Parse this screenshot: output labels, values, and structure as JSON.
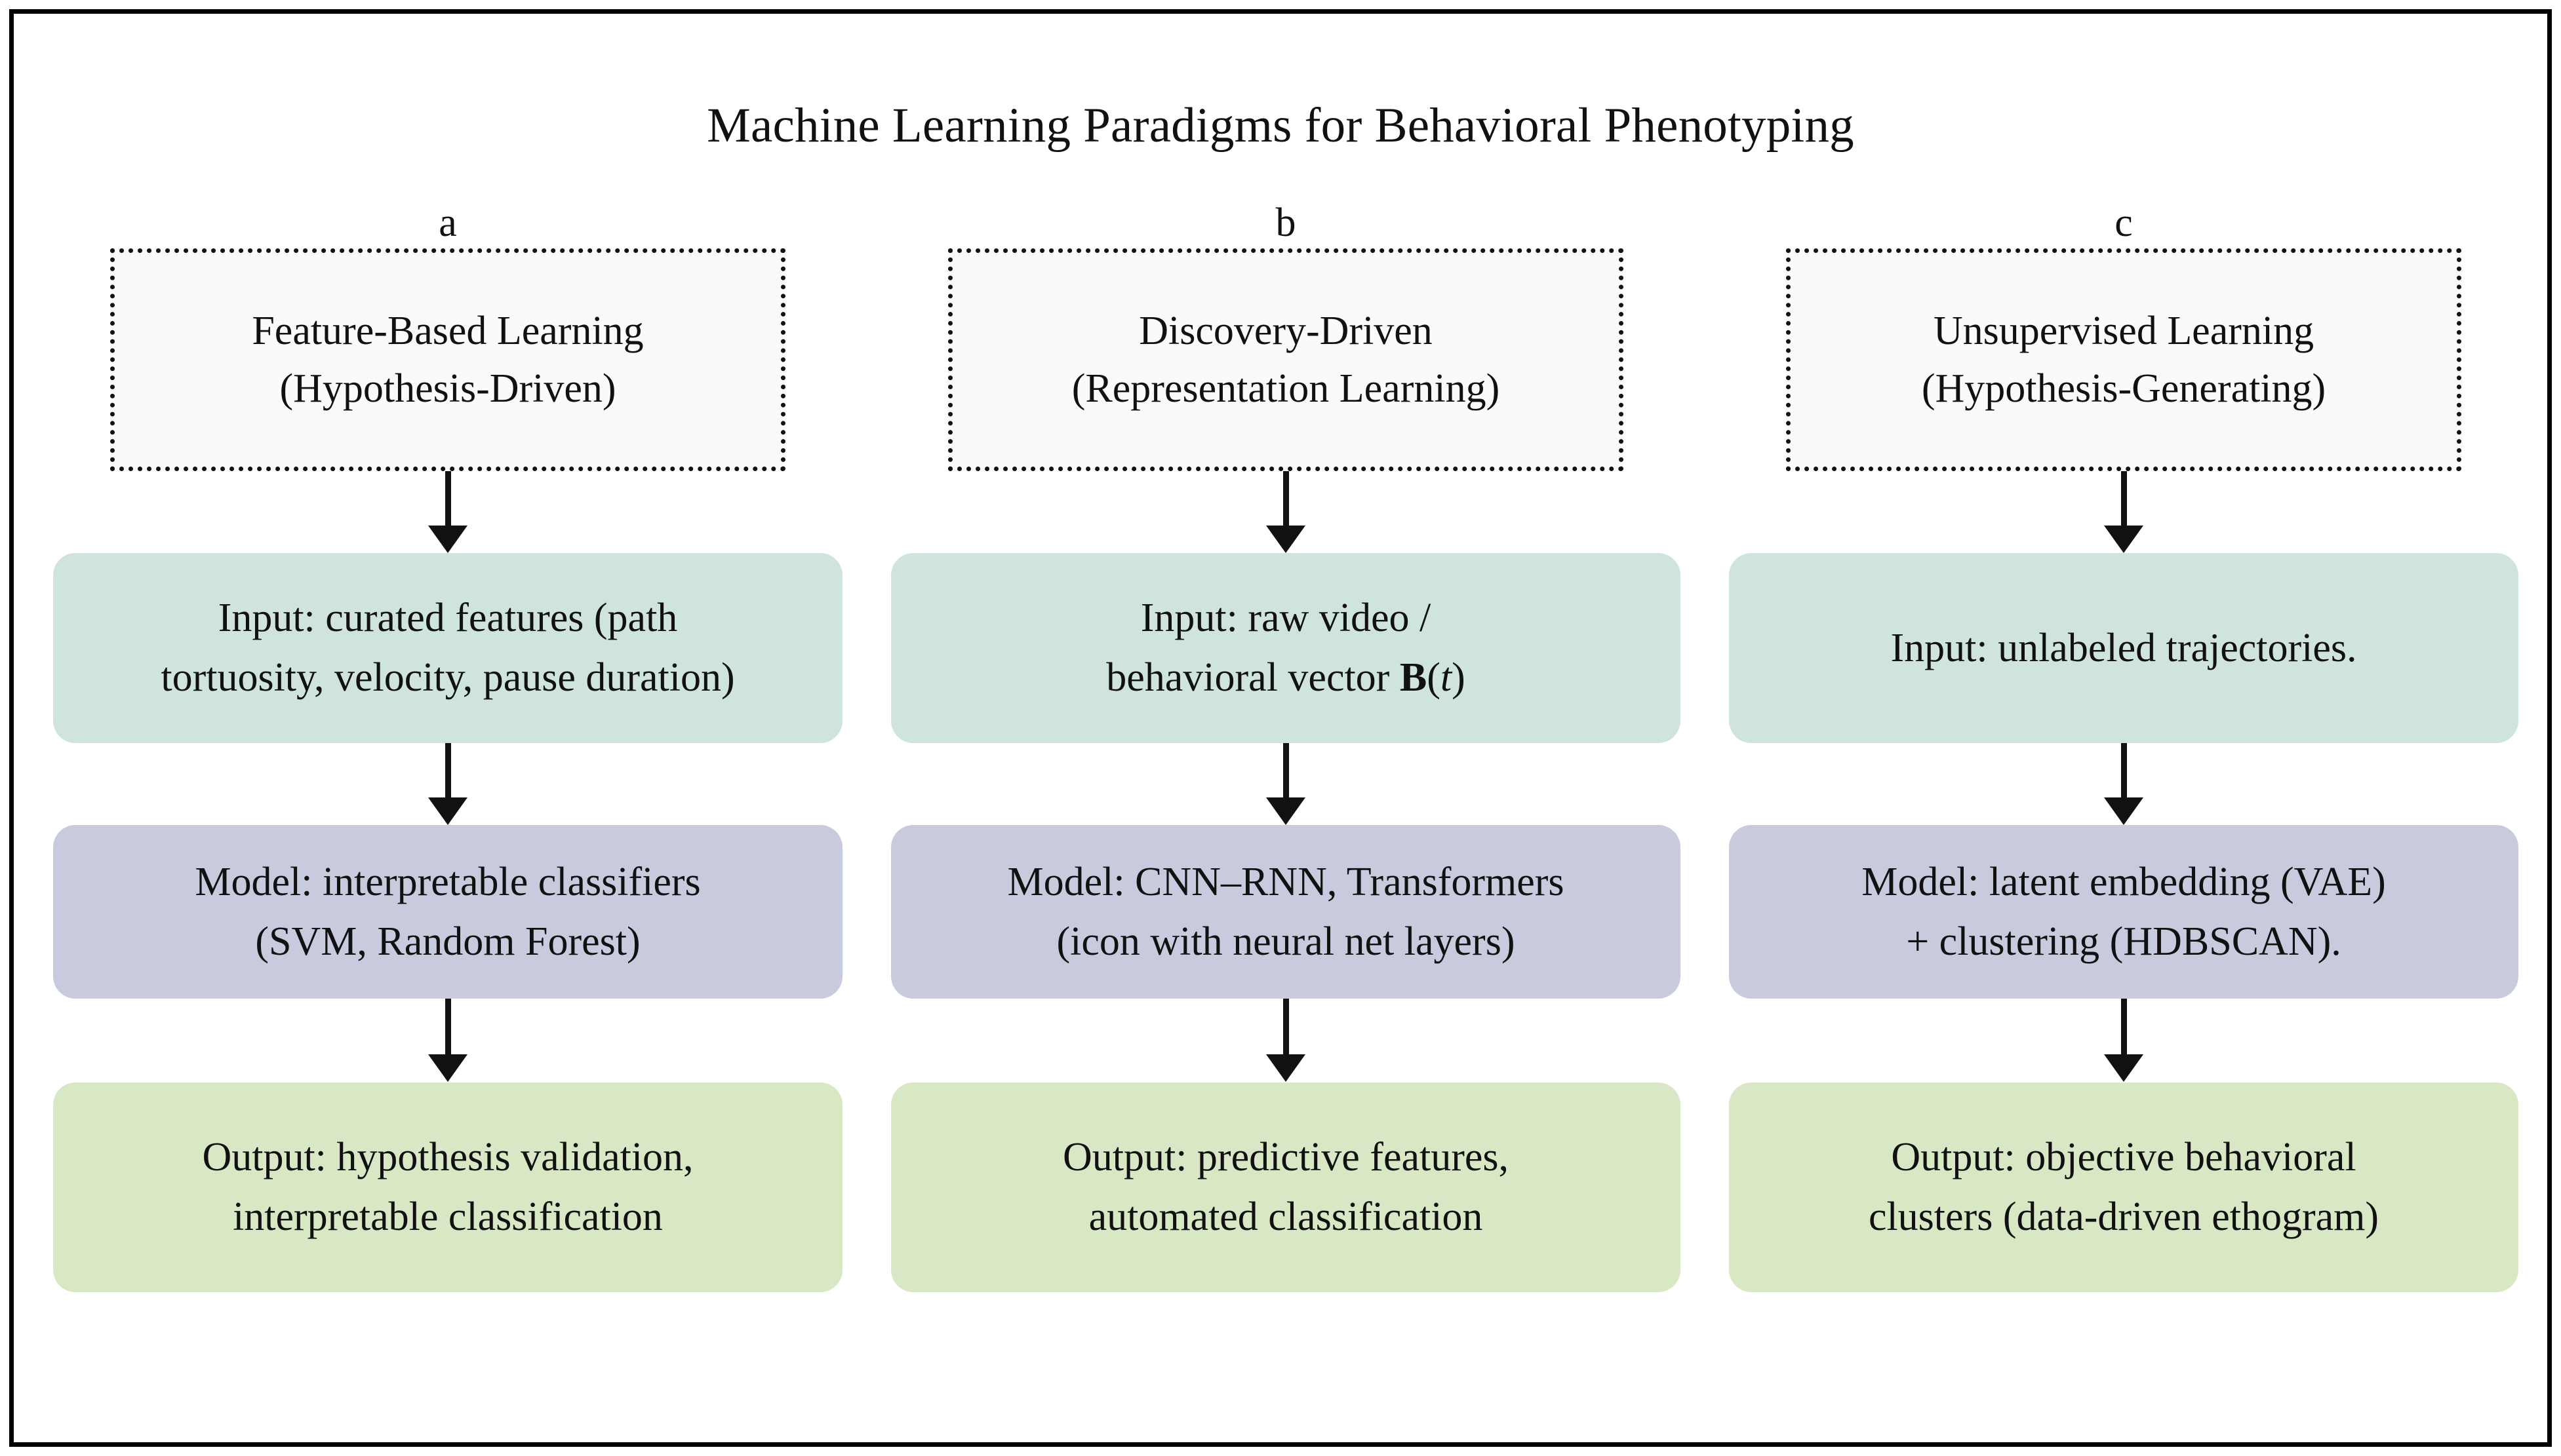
{
  "figure": {
    "title": "Machine Learning Paradigms for Behavioral Phenotyping",
    "frame_border_color": "#000000",
    "background": "#ffffff"
  },
  "palette": {
    "input_fill": "#cfe3df",
    "model_fill": "#c8cbdd",
    "output_fill": "#d8e7c4",
    "header_fill": "#fbfaf8",
    "text": "#111111",
    "arrow": "#111111"
  },
  "row_labels": {
    "input": "Input",
    "model": "Model",
    "output": "Output"
  },
  "columns": [
    {
      "letter": "a",
      "header": {
        "line1": "Feature-Based Learning",
        "line2": "(Hypothesis-Driven)"
      },
      "input": {
        "line1": "Input: curated features (path",
        "line2": "tortuosity, velocity, pause duration)"
      },
      "model": {
        "line1": "Model: interpretable classifiers",
        "line2": "(SVM, Random Forest)"
      },
      "output": {
        "line1": "Output: hypothesis validation,",
        "line2": "interpretable classification"
      }
    },
    {
      "letter": "b",
      "header": {
        "line1": "Discovery-Driven",
        "line2": "(Representation Learning)"
      },
      "input": {
        "line1": "Input: raw video /",
        "line2_pre": "behavioral vector ",
        "line2_vec": "B",
        "line2_open": "(",
        "line2_var": "t",
        "line2_close": ")"
      },
      "model": {
        "line1": "Model: CNN–RNN, Transformers",
        "line2": "(icon with neural net layers)"
      },
      "output": {
        "line1": "Output: predictive features,",
        "line2": "automated classification"
      }
    },
    {
      "letter": "c",
      "header": {
        "line1": "Unsupervised Learning",
        "line2": "(Hypothesis-Generating)"
      },
      "input": {
        "line1": "Input: unlabeled trajectories.",
        "line2": ""
      },
      "model": {
        "line1": "Model: latent embedding (VAE)",
        "line2": "+ clustering (HDBSCAN)."
      },
      "output": {
        "line1": "Output: objective behavioral",
        "line2": "clusters (data-driven ethogram)"
      }
    }
  ]
}
